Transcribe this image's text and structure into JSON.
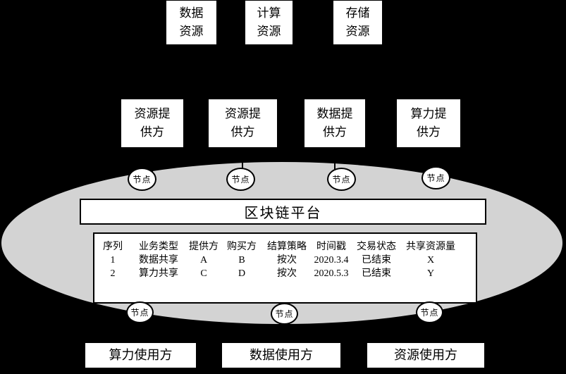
{
  "colors": {
    "background": "#000000",
    "ellipse_fill": "#d3d3d3",
    "box_fill": "#ffffff",
    "line": "#000000"
  },
  "top_resources": [
    {
      "lines": [
        "数据",
        "资源"
      ]
    },
    {
      "lines": [
        "计算",
        "资源"
      ]
    },
    {
      "lines": [
        "存储",
        "资源"
      ]
    }
  ],
  "providers": [
    {
      "lines": [
        "资源提",
        "供方"
      ]
    },
    {
      "lines": [
        "资源提",
        "供方"
      ]
    },
    {
      "lines": [
        "数据提",
        "供方"
      ]
    },
    {
      "lines": [
        "算力提",
        "供方"
      ]
    }
  ],
  "platform": {
    "label": "区块链平台"
  },
  "node_label": "节点",
  "ledger": {
    "headers": [
      "序列",
      "业务类型",
      "提供方",
      "购买方",
      "结算策略",
      "时间戳",
      "交易状态",
      "共享资源量"
    ],
    "rows": [
      [
        "1",
        "数据共享",
        "A",
        "B",
        "按次",
        "2020.3.4",
        "已结束",
        "X"
      ],
      [
        "2",
        "算力共享",
        "C",
        "D",
        "按次",
        "2020.5.3",
        "已结束",
        "Y"
      ]
    ]
  },
  "consumers": [
    "算力使用方",
    "数据使用方",
    "资源使用方"
  ]
}
